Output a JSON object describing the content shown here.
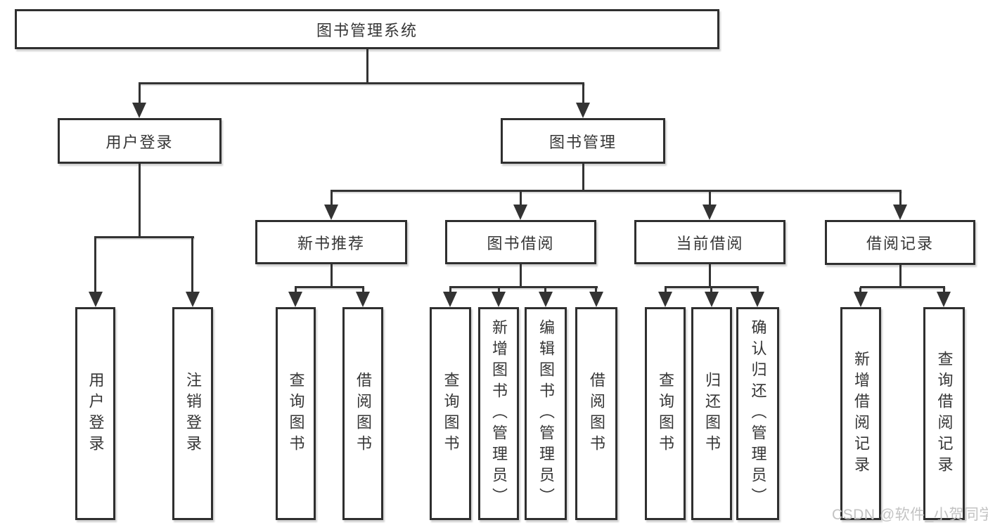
{
  "tree": {
    "label": "图书管理系统",
    "children": [
      {
        "label": "用户登录",
        "children": [
          {
            "label": "用户登录"
          },
          {
            "label": "注销登录"
          }
        ]
      },
      {
        "label": "图书管理",
        "children": [
          {
            "label": "新书推荐",
            "children": [
              {
                "label": "查询图书"
              },
              {
                "label": "借阅图书"
              }
            ]
          },
          {
            "label": "图书借阅",
            "children": [
              {
                "label": "查询图书"
              },
              {
                "label": "新增图书（管理员）"
              },
              {
                "label": "编辑图书（管理员）"
              },
              {
                "label": "借阅图书"
              }
            ]
          },
          {
            "label": "当前借阅",
            "children": [
              {
                "label": "查询图书"
              },
              {
                "label": "归还图书"
              },
              {
                "label": "确认归还（管理员）"
              }
            ]
          },
          {
            "label": "借阅记录",
            "children": [
              {
                "label": "新增借阅记录"
              },
              {
                "label": "查询借阅记录"
              }
            ]
          }
        ]
      }
    ]
  },
  "watermark": "CSDN @软件_小贺同学",
  "colors": {
    "background": "#ffffff",
    "box_border": "#2f2f2f",
    "line": "#333333",
    "text": "#363636",
    "watermark": "#c3c3c3"
  }
}
